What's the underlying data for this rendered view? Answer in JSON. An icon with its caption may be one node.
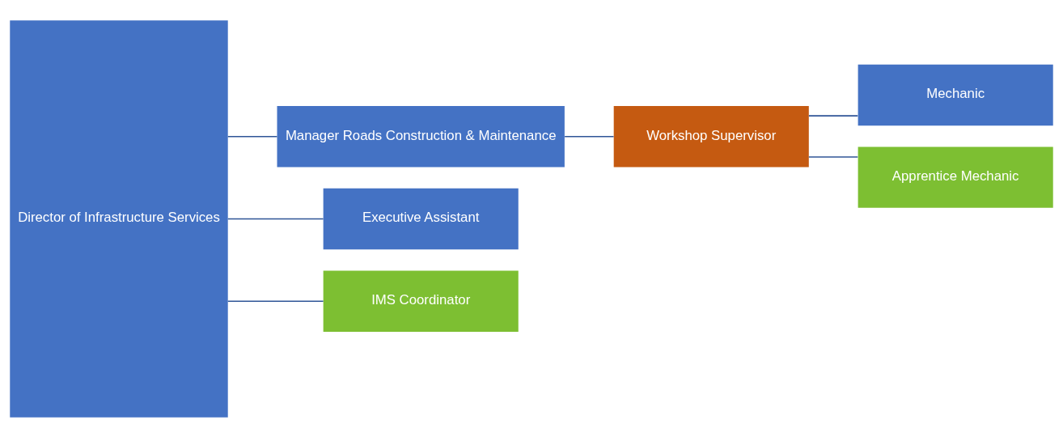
{
  "diagram": {
    "nodes": [
      {
        "text": [
          "Director of Infrastructure Services"
        ]
      },
      {
        "text": [
          "Manager Roads Construction & Maintenance"
        ]
      },
      {
        "text": [
          "Executive Assistant"
        ]
      },
      {
        "text": [
          "IMS Coordinator"
        ]
      },
      {
        "text": [
          "Workshop Supervisor"
        ]
      },
      {
        "text": [
          "Mechanic"
        ]
      },
      {
        "text": [
          "Apprentice Mechanic"
        ]
      }
    ],
    "edges": [
      {
        "from": 0,
        "to": 1,
        "arrow": "none"
      },
      {
        "from": 0,
        "to": 2,
        "arrow": "none"
      },
      {
        "from": 0,
        "to": 3,
        "arrow": "none"
      },
      {
        "from": 1,
        "to": 4,
        "arrow": "none"
      },
      {
        "from": 4,
        "to": 5,
        "arrow": "none"
      },
      {
        "from": 4,
        "to": 6,
        "arrow": "none"
      }
    ]
  }
}
